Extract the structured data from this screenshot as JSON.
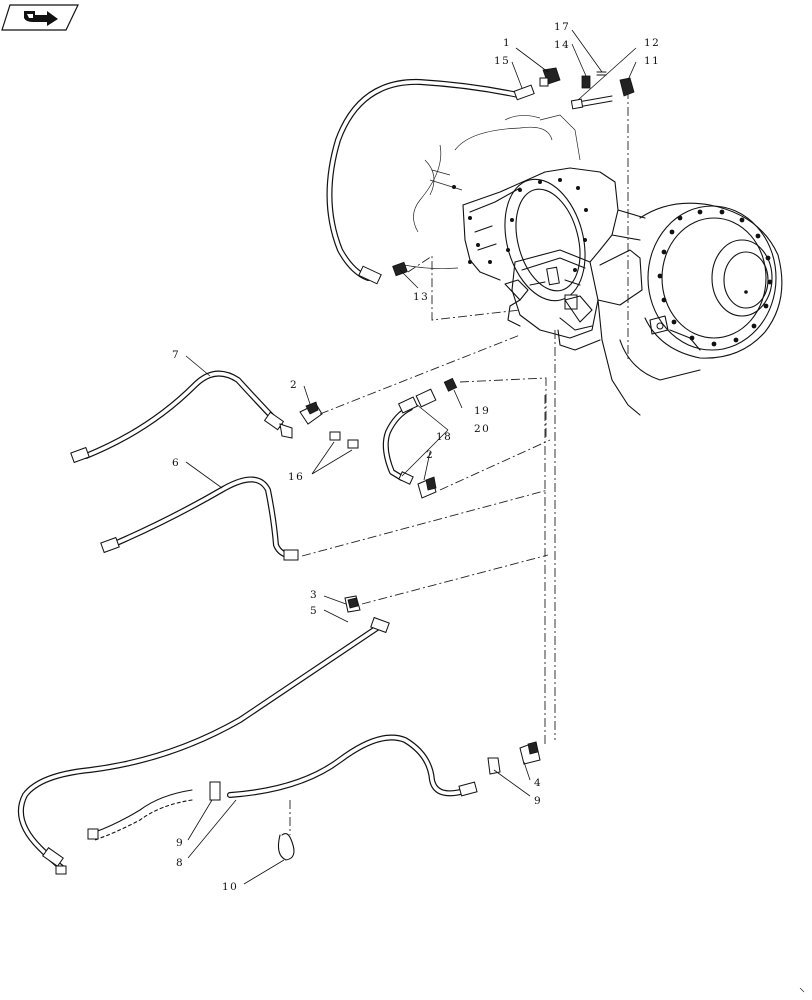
{
  "nav": {
    "icon": "next-page-icon"
  },
  "callouts": [
    {
      "id": "c1",
      "text": "1"
    },
    {
      "id": "c15",
      "text": "15"
    },
    {
      "id": "c17",
      "text": "17"
    },
    {
      "id": "c14",
      "text": "14"
    },
    {
      "id": "c12",
      "text": "12"
    },
    {
      "id": "c11",
      "text": "11"
    },
    {
      "id": "c13",
      "text": "13"
    },
    {
      "id": "c7",
      "text": "7"
    },
    {
      "id": "c2a",
      "text": "2"
    },
    {
      "id": "c16",
      "text": "16"
    },
    {
      "id": "c19",
      "text": "19"
    },
    {
      "id": "c18",
      "text": "18"
    },
    {
      "id": "c20",
      "text": "20"
    },
    {
      "id": "c2b",
      "text": "2"
    },
    {
      "id": "c6",
      "text": "6"
    },
    {
      "id": "c3",
      "text": "3"
    },
    {
      "id": "c5",
      "text": "5"
    },
    {
      "id": "c4",
      "text": "4"
    },
    {
      "id": "c9a",
      "text": "9"
    },
    {
      "id": "c9b",
      "text": "9"
    },
    {
      "id": "c8",
      "text": "8"
    },
    {
      "id": "c10",
      "text": "10"
    }
  ]
}
